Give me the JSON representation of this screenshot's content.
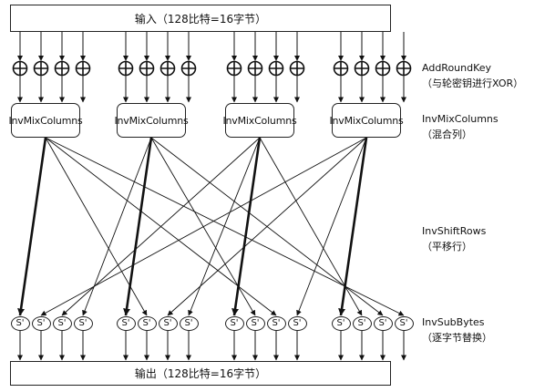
{
  "input_label": "输入（128比特=16字节）",
  "output_label": "输出（128比特=16字节）",
  "mix_label": "InvMixColumns",
  "sbox_label": "S'",
  "stages": {
    "add_round_key": {
      "title": "AddRoundKey",
      "subtitle": "（与轮密钥进行XOR）"
    },
    "inv_mix_columns": {
      "title": "InvMixColumns",
      "subtitle": "（混合列）"
    },
    "inv_shift_rows": {
      "title": "InvShiftRows",
      "subtitle": "（平移行）"
    },
    "inv_sub_bytes": {
      "title": "InvSubBytes",
      "subtitle": "（逐字节替换）"
    }
  }
}
